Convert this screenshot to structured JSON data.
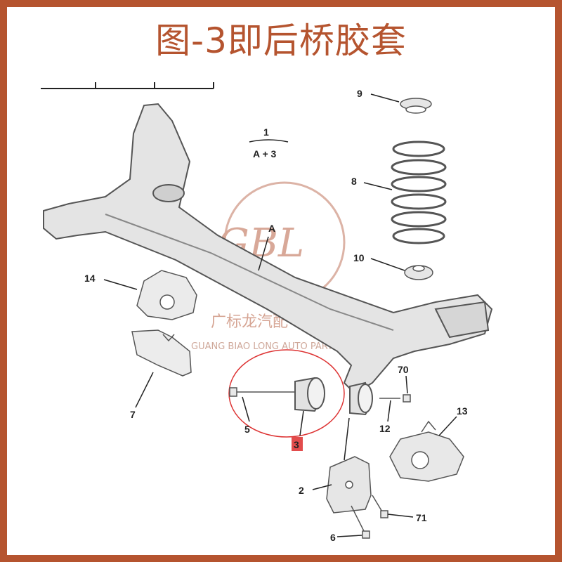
{
  "title": "图-3即后桥胶套",
  "watermark": {
    "logo": "GBL",
    "chinese": "广标龙汽配",
    "english": "GUANG BIAO LONG AUTO PARTS"
  },
  "group_label": {
    "number": "1",
    "sub": "A + 3"
  },
  "callouts": {
    "p9": "9",
    "p8": "8",
    "p10": "10",
    "p14": "14",
    "p7": "7",
    "p5": "5",
    "p3": "3",
    "p2": "2",
    "p6": "6",
    "p71": "71",
    "p12": "12",
    "p70": "70",
    "p13": "13",
    "pA": "A"
  },
  "colors": {
    "border": "#b5542f",
    "highlight": "#e24c4c",
    "circle": "#d33"
  }
}
